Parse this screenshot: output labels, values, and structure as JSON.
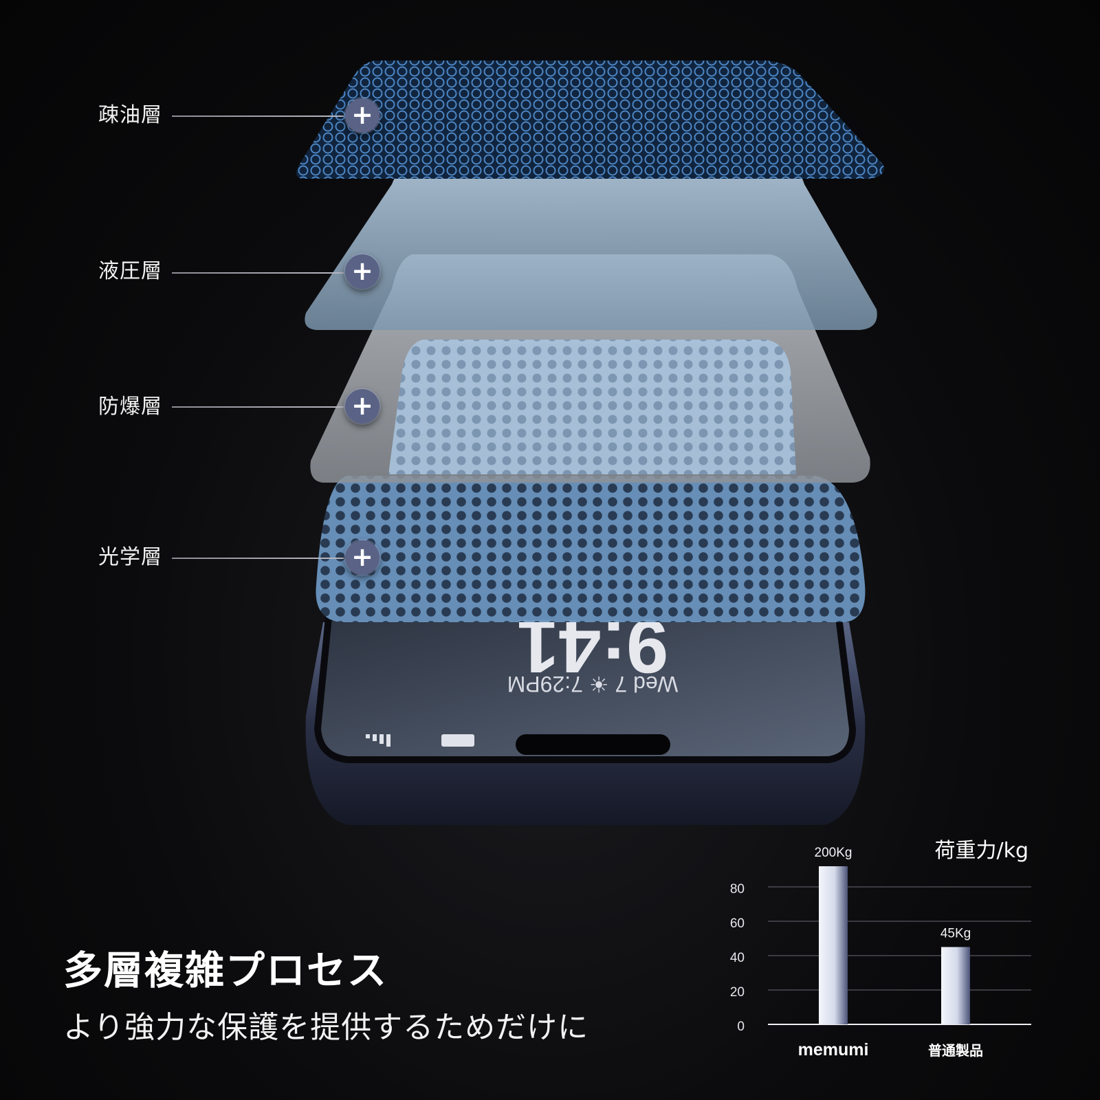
{
  "layers": [
    {
      "label": "疎油層"
    },
    {
      "label": "液圧層"
    },
    {
      "label": "防爆層"
    },
    {
      "label": "光学層"
    }
  ],
  "phone_screen": {
    "time": "9:41",
    "date_line": "Wed 7  ☀ 7:29PM"
  },
  "headline": "多層複雑プロセス",
  "subline": "より強力な保護を提供するためだけに",
  "colors": {
    "background": "#0b0b0d",
    "layer_blue": "#4a78a8",
    "plus_button": "#5a6386",
    "bar_fill": "#e8ecf6"
  },
  "chart_data": {
    "type": "bar",
    "title": "荷重力/kg",
    "categories": [
      "memumi",
      "普通製品"
    ],
    "values": [
      200,
      45
    ],
    "data_labels": [
      "200Kg",
      "45Kg"
    ],
    "yticks": [
      0,
      20,
      40,
      60,
      80
    ],
    "ylim": [
      0,
      80
    ],
    "grid": true,
    "note": "first bar is drawn past the top of the axis"
  }
}
